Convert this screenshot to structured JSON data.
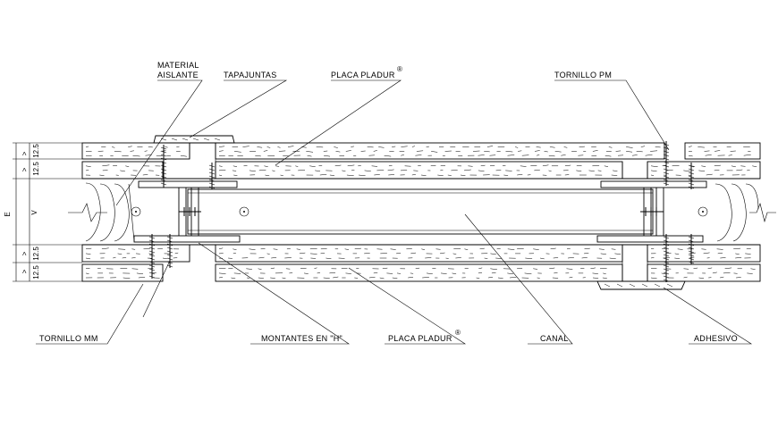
{
  "labels": {
    "material_aislante_1": "MATERIAL",
    "material_aislante_2": "AISLANTE",
    "tapajuntas": "TAPAJUNTAS",
    "placa_pladur_top": "PLACA PLADUR",
    "placa_pladur_top_reg": "®",
    "tornillo_pm": "TORNILLO PM",
    "tornillo_mm": "TORNILLO MM",
    "montantes": "MONTANTES EN \"H\"",
    "placa_pladur_bottom": "PLACA PLADUR",
    "placa_pladur_bottom_reg": "®",
    "canal": "CANAL",
    "adhesivo": "ADHESIVO"
  },
  "dimensions": {
    "total": "E",
    "layer_top_1": "12.5",
    "layer_top_2": "12.5",
    "layer_top_1_sym": ">",
    "layer_top_2_sym": ">",
    "core": "V",
    "layer_bot_1": "12.5",
    "layer_bot_2": "12.5",
    "layer_bot_1_sym": ">",
    "layer_bot_2_sym": ">"
  }
}
